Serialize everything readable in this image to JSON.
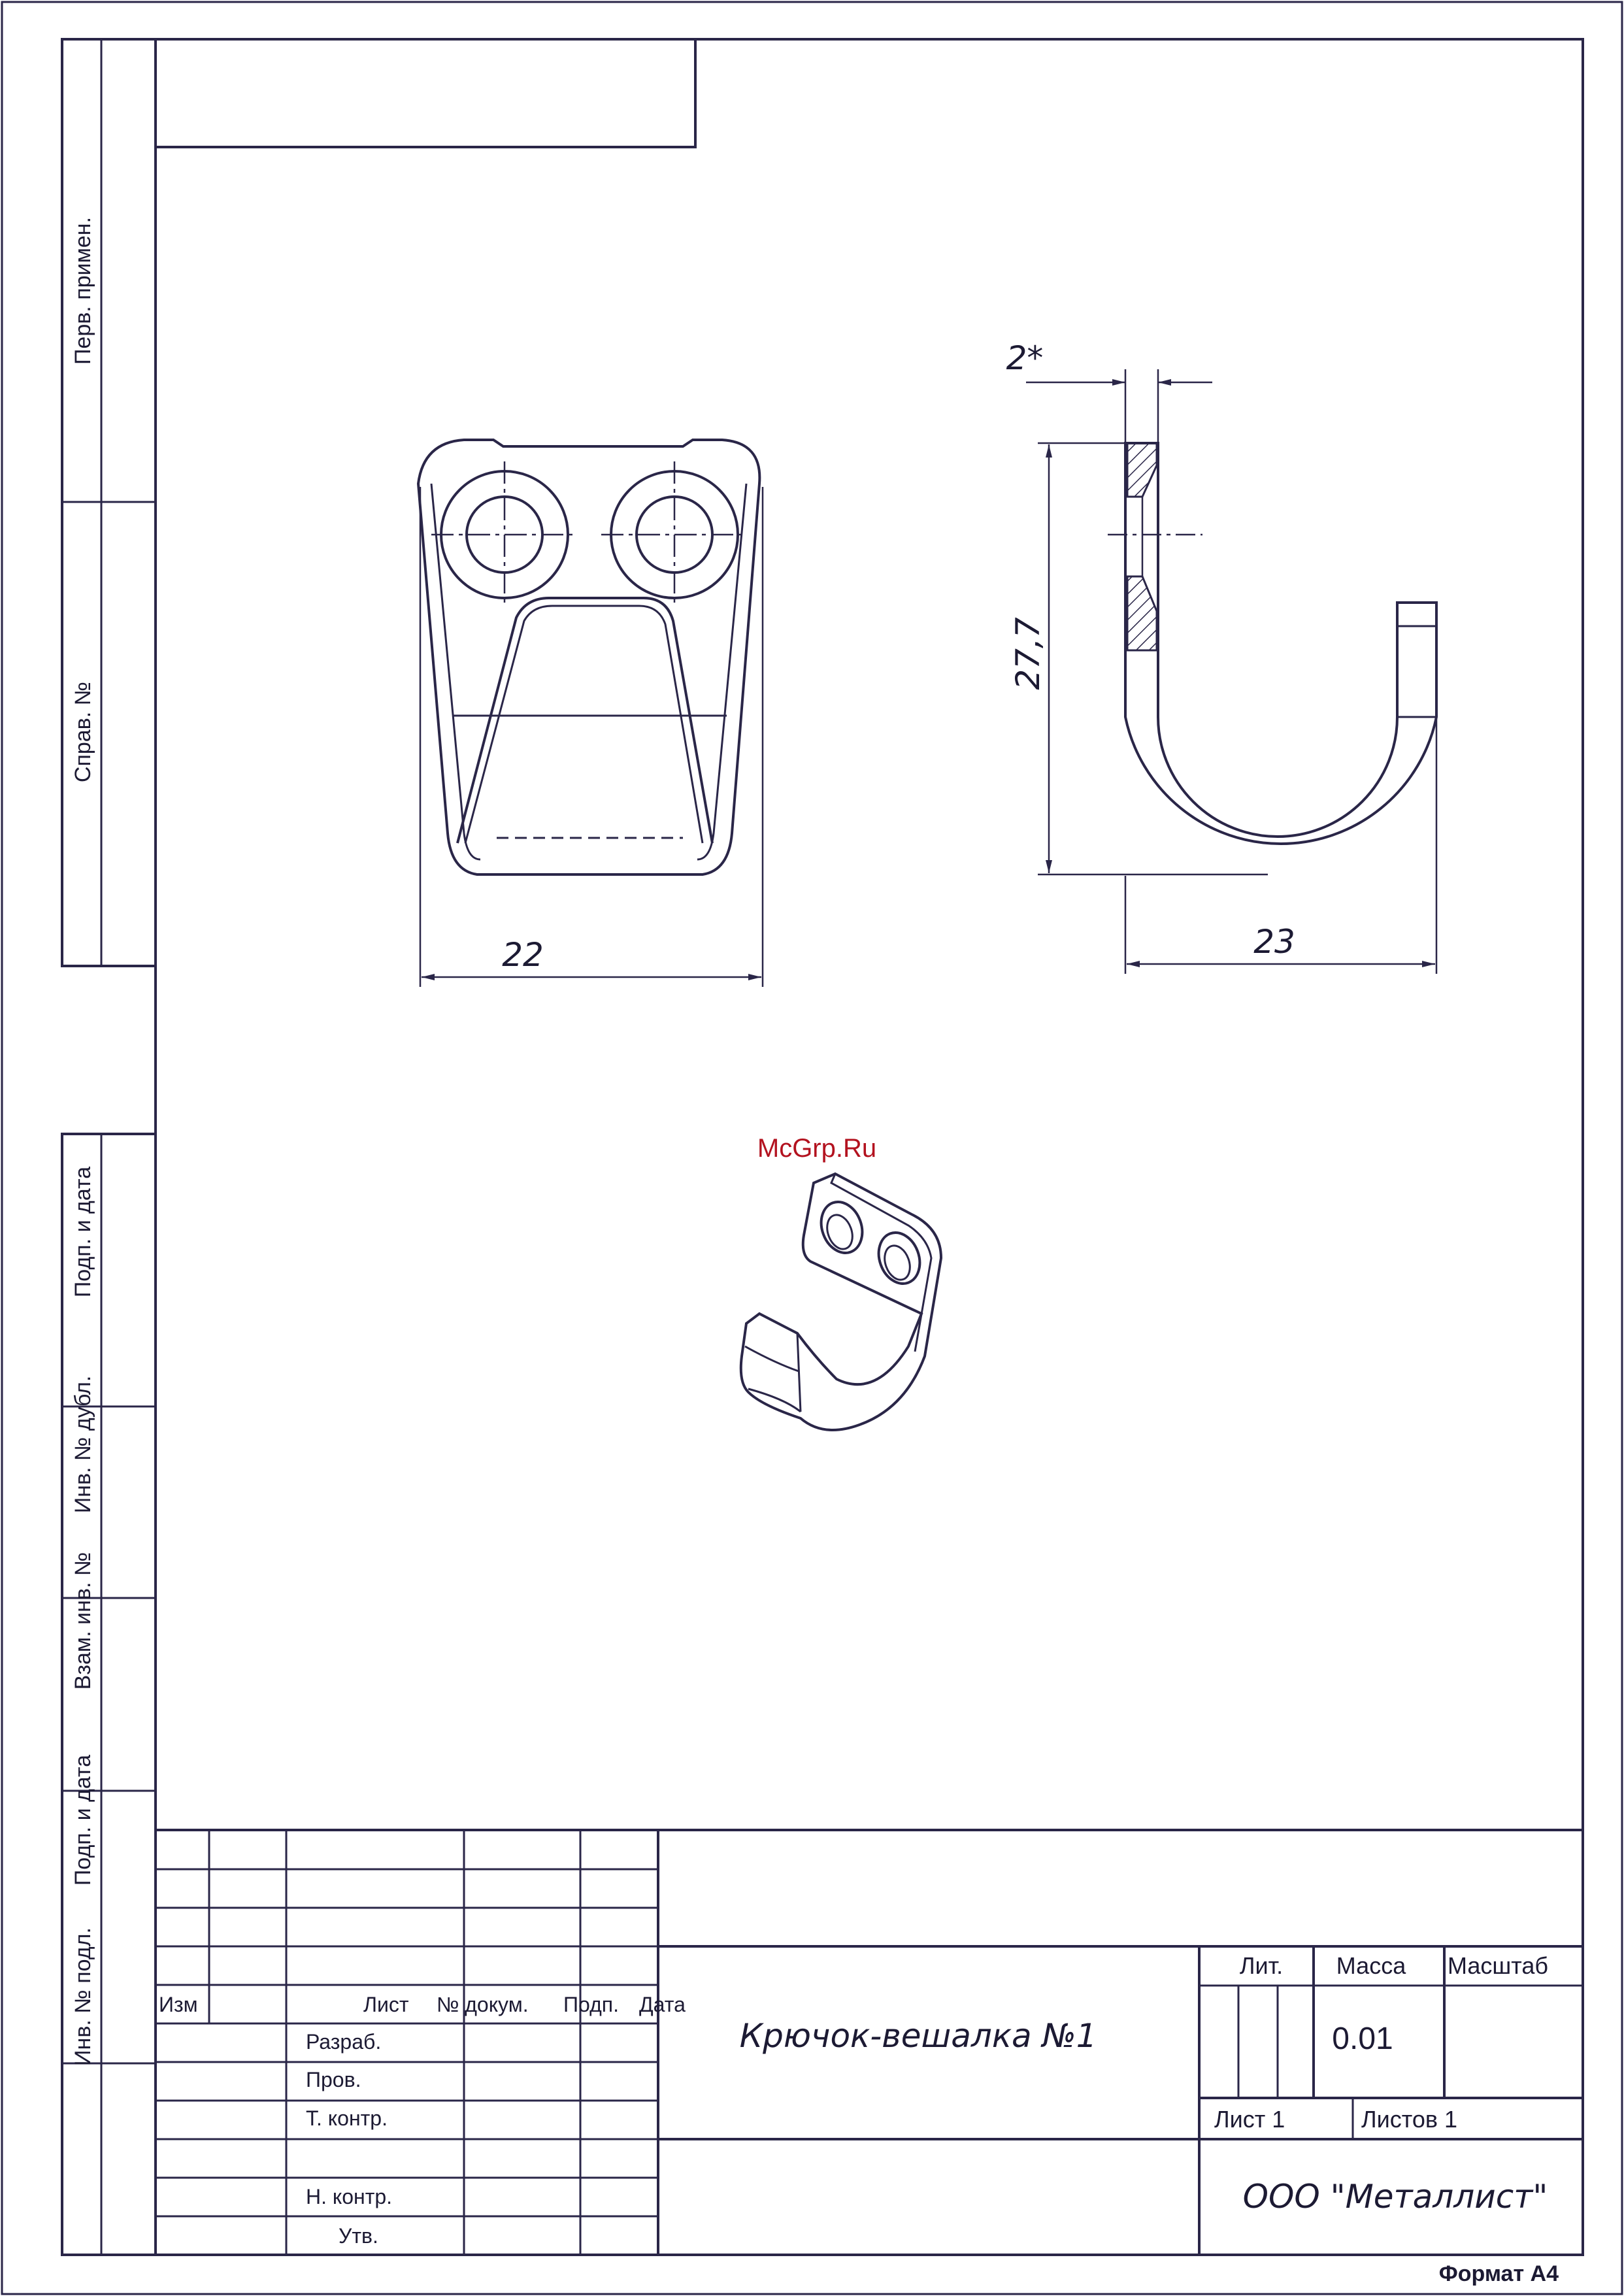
{
  "sidebar": {
    "perv_primen": "Перв. примен.",
    "sprav_no": "Справ. №",
    "podp_data_1": "Подп. и дата",
    "inv_dubl": "Инв. № дубл.",
    "vzam_inv": "Взам. инв. №",
    "podp_data_2": "Подп. и дата",
    "inv_podl": "Инв. № подл."
  },
  "dimensions": {
    "width_front": "22",
    "height_side": "27,7",
    "width_side": "23",
    "thickness": "2*"
  },
  "watermark": "McGrp.Ru",
  "title_block": {
    "col_izm": "Изм",
    "col_list": "Лист",
    "col_doc": "№ докум.",
    "col_podp": "Подп.",
    "col_data": "Дата",
    "razrab": "Разраб.",
    "prov": "Пров.",
    "t_kontr": "Т. контр.",
    "n_kontr": "Н. контр.",
    "utv": "Утв.",
    "title": "Крючок-вешалка №1",
    "lit": "Лит.",
    "massa": "Масса",
    "masshtab": "Масштаб",
    "massa_value": "0.01",
    "list": "Лист 1",
    "listov": "Листов 1",
    "company": "ООО \"Металлист\""
  },
  "format": "Формат А4",
  "colors": {
    "line": "#2a2648",
    "text": "#1c1a33",
    "watermark": "#b3121f"
  }
}
